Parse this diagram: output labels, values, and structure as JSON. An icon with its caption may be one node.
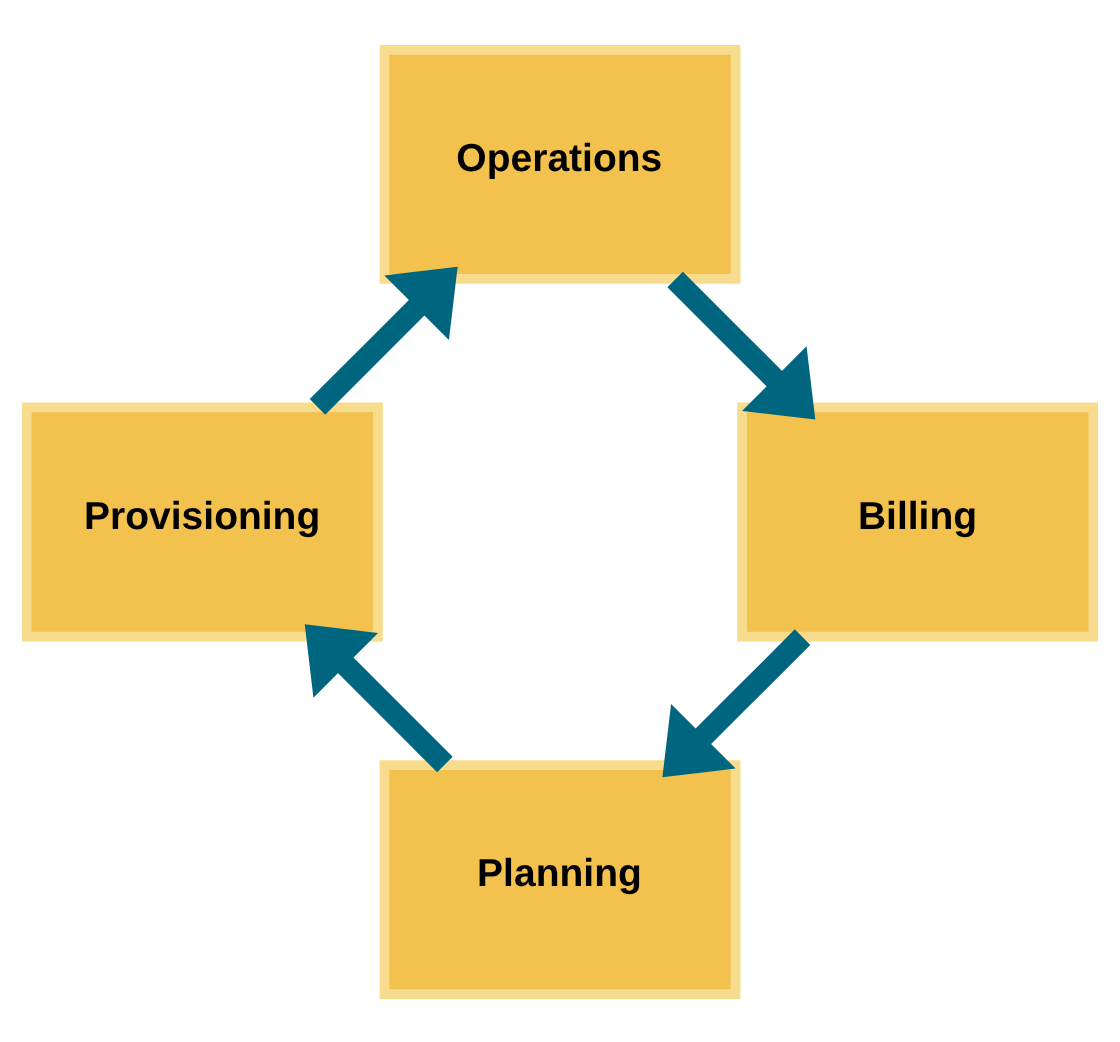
{
  "diagram": {
    "nodes": [
      {
        "text": [
          "Planning"
        ]
      },
      {
        "text": [
          "Billing"
        ]
      },
      {
        "text": [
          "Provisioning"
        ]
      },
      {
        "text": [
          "Operations"
        ]
      }
    ],
    "edges": [
      {
        "from": 0,
        "to": 2,
        "arrow": "to"
      },
      {
        "from": 2,
        "to": 3,
        "arrow": "to"
      },
      {
        "from": 3,
        "to": 1,
        "arrow": "to"
      },
      {
        "from": 1,
        "to": 0,
        "arrow": "to"
      }
    ]
  }
}
